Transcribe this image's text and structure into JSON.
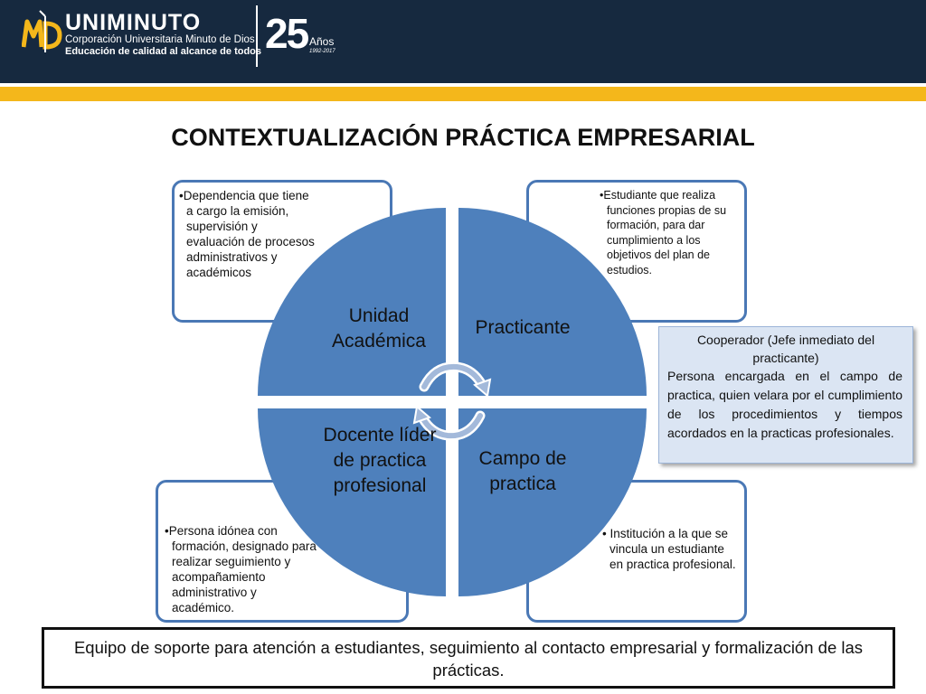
{
  "header": {
    "logo_name": "UNIMINUTO",
    "logo_subtitle_1": "Corporación Universitaria Minuto de Dios",
    "logo_subtitle_2": "Educación de calidad al alcance de todos",
    "anniversary_number": "25",
    "anniversary_word": "Años",
    "anniversary_years": "1992-2017",
    "colors": {
      "band": "#16293f",
      "stripe": "#f4b71b"
    }
  },
  "title": "CONTEXTUALIZACIÓN PRÁCTICA EMPRESARIAL",
  "diagram": {
    "quadrant_color": "#4e80bc",
    "quadrants": {
      "top_left": "Unidad Académica",
      "top_right": "Practicante",
      "bottom_left": "Docente líder de practica profesional",
      "bottom_right": "Campo de practica"
    },
    "center_icon": "circular-arrows-icon",
    "descriptions": {
      "top_left": "•Dependencia que tiene a cargo la emisión, supervisión y evaluación de procesos administrativos y académicos",
      "top_right": "•Estudiante que realiza funciones propias de su formación, para dar cumplimiento a los objetivos del plan de estudios.",
      "bottom_left": "•Persona idónea con formación, designado para realizar seguimiento y acompañamiento administrativo y académico.",
      "bottom_right": "• Institución a la que se vincula un estudiante en practica profesional."
    }
  },
  "cooperador": {
    "title": "Cooperador (Jefe inmediato del practicante)",
    "body": "Persona encargada en el campo de practica, quien velara por el cumplimiento de los procedimientos y tiempos acordados en la practicas profesionales."
  },
  "footer": {
    "text": "Equipo de soporte para atención a estudiantes, seguimiento al contacto empresarial y formalización de las prácticas."
  }
}
